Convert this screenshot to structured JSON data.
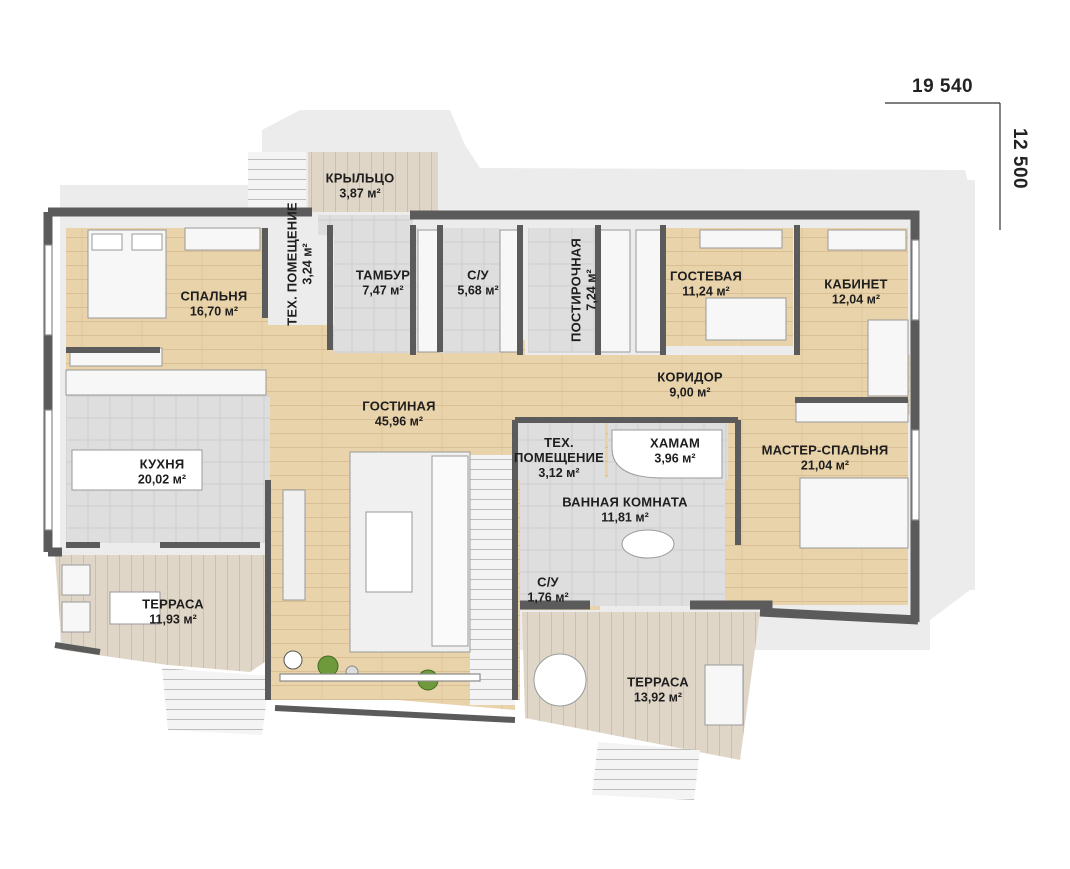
{
  "dimensions": {
    "width": "19 540",
    "height": "12 500"
  },
  "rooms": [
    {
      "name": "КРЫЛЬЦО",
      "area": "3,87 м²"
    },
    {
      "name": "ТЕХ. ПОМЕЩЕНИЕ",
      "area": "3,24 м²"
    },
    {
      "name": "ТАМБУР",
      "area": "7,47 м²"
    },
    {
      "name": "С/У",
      "area": "5,68 м²"
    },
    {
      "name": "ПОСТИРОЧНАЯ",
      "area": "7,24 м²"
    },
    {
      "name": "СПАЛЬНЯ",
      "area": "16,70 м²"
    },
    {
      "name": "ГОСТЕВАЯ",
      "area": "11,24 м²"
    },
    {
      "name": "КАБИНЕТ",
      "area": "12,04 м²"
    },
    {
      "name": "КОРИДОР",
      "area": "9,00 м²"
    },
    {
      "name": "ГОСТИНАЯ",
      "area": "45,96 м²"
    },
    {
      "name": "КУХНЯ",
      "area": "20,02 м²"
    },
    {
      "name": "ТЕХ. ПОМЕЩЕНИЕ",
      "area": "3,12 м²"
    },
    {
      "name": "ХАМАМ",
      "area": "3,96 м²"
    },
    {
      "name": "МАСТЕР-СПАЛЬНЯ",
      "area": "21,04 м²"
    },
    {
      "name": "ВАННАЯ КОМНАТА",
      "area": "11,81 м²"
    },
    {
      "name": "С/У",
      "area": "1,76 м²"
    },
    {
      "name": "ТЕРРАСА",
      "area": "11,93 м²"
    },
    {
      "name": "ТЕРРАСА",
      "area": "13,92 м²"
    }
  ],
  "colors": {
    "wood": "#e7d0a8",
    "tile": "#dcdcdc",
    "wall": "#5a5a5a",
    "shadow": "#ececec",
    "deck": "#ddd3c4",
    "furniture": "#f6f6f6"
  }
}
